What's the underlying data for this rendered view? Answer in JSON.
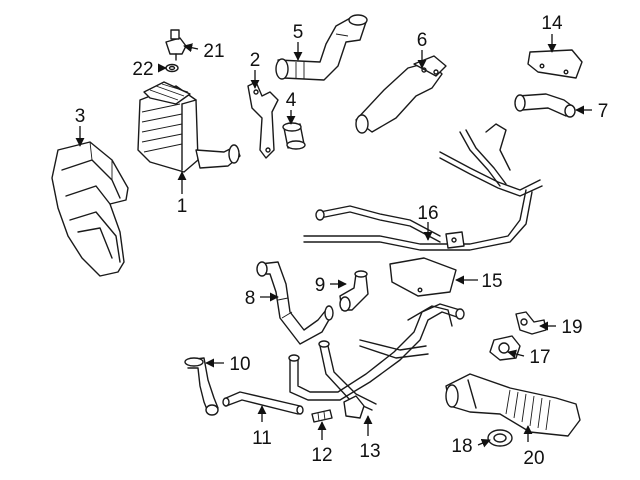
{
  "callouts": [
    {
      "id": "p1",
      "label": "1"
    },
    {
      "id": "p2",
      "label": "2"
    },
    {
      "id": "p3",
      "label": "3"
    },
    {
      "id": "p4",
      "label": "4"
    },
    {
      "id": "p5",
      "label": "5"
    },
    {
      "id": "p6",
      "label": "6"
    },
    {
      "id": "p7",
      "label": "7"
    },
    {
      "id": "p8",
      "label": "8"
    },
    {
      "id": "p9",
      "label": "9"
    },
    {
      "id": "p10",
      "label": "10"
    },
    {
      "id": "p11",
      "label": "11"
    },
    {
      "id": "p12",
      "label": "12"
    },
    {
      "id": "p13",
      "label": "13"
    },
    {
      "id": "p14",
      "label": "14"
    },
    {
      "id": "p15",
      "label": "15"
    },
    {
      "id": "p16",
      "label": "16"
    },
    {
      "id": "p17",
      "label": "17"
    },
    {
      "id": "p18",
      "label": "18"
    },
    {
      "id": "p19",
      "label": "19"
    },
    {
      "id": "p20",
      "label": "20"
    },
    {
      "id": "p21",
      "label": "21"
    },
    {
      "id": "p22",
      "label": "22"
    }
  ],
  "colors": {
    "line": "#1a1a1a",
    "background": "#ffffff"
  }
}
